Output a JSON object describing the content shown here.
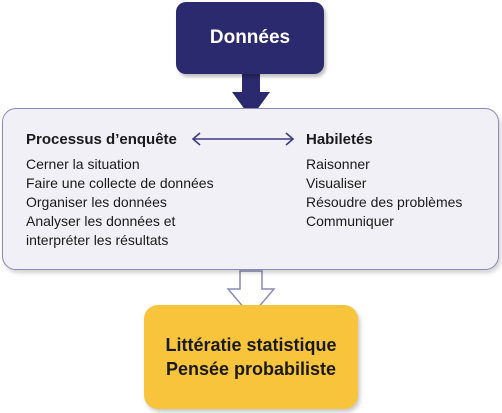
{
  "top_box": {
    "label": "Données"
  },
  "middle_box": {
    "left_column": {
      "heading": "Processus d’enquête",
      "items": [
        "Cerner la situation",
        "Faire une collecte de données",
        "Organiser les données",
        "Analyser les données et",
        "interpréter les résultats"
      ]
    },
    "right_column": {
      "heading": "Habiletés",
      "items": [
        "Raisonner",
        "Visualiser",
        "Résoudre des problèmes",
        "Communiquer"
      ]
    }
  },
  "bottom_box": {
    "line1": "Littératie statistique",
    "line2": "Pensée probabiliste"
  },
  "colors": {
    "top_box": "#2b2a6e",
    "middle_box_fill": "#f1f0f7",
    "middle_box_border": "#8c8ab8",
    "bottom_box": "#f7c43b",
    "double_arrow": "#3d3b82"
  }
}
